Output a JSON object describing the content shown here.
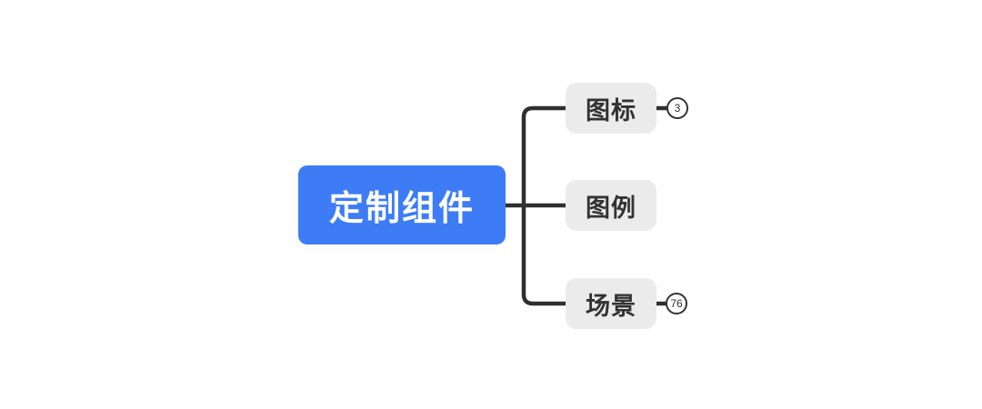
{
  "diagram": {
    "type": "mindmap",
    "root": {
      "label": "定制组件"
    },
    "children": [
      {
        "label": "图标",
        "badge": "3"
      },
      {
        "label": "图例",
        "badge": null
      },
      {
        "label": "场景",
        "badge": "76"
      }
    ]
  },
  "colors": {
    "canvas-bg": "#ffffff",
    "root-bg": "#3d7cf5",
    "root-text": "#ffffff",
    "child-bg": "#ebebeb",
    "child-text": "#333333",
    "line": "#2f2f2f",
    "badge-border": "#333333",
    "badge-bg": "#ffffff",
    "badge-text": "#333333"
  }
}
